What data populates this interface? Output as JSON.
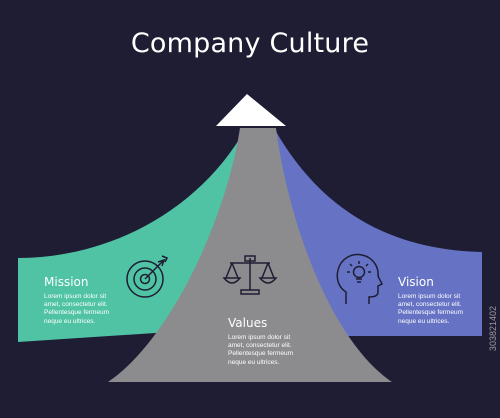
{
  "title": "Company Culture",
  "colors": {
    "background": "#1f1d33",
    "mission": "#4fc3a4",
    "values": "#8c8c8e",
    "vision": "#6673c4",
    "arrow_head": "#ffffff"
  },
  "sections": [
    {
      "label": "Mission",
      "icon": "target-icon",
      "lines": [
        "Lorem ipsum dolor sit",
        "amet, consectetur elit.",
        "Pellentesque fermeum",
        "neque eu ultrices."
      ]
    },
    {
      "label": "Values",
      "icon": "scale-icon",
      "lines": [
        "Lorem ipsum dolor sit",
        "amet, consectetur elit.",
        "Pellentesque fermeum",
        "neque eu ultrices."
      ]
    },
    {
      "label": "Vision",
      "icon": "head-lightbulb-icon",
      "lines": [
        "Lorem ipsum dolor sit",
        "amet, consectetur elit.",
        "Pellentesque fermeum",
        "neque eu ultrices."
      ]
    }
  ],
  "watermark": "303821402"
}
